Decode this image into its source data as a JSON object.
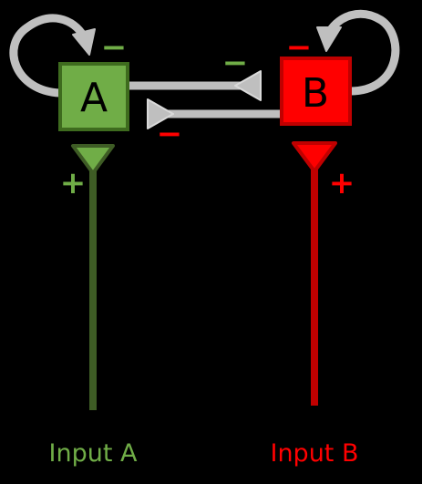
{
  "nodes": {
    "a": {
      "label": "A",
      "fill": "#70ad47",
      "stroke": "#3e6b1e"
    },
    "b": {
      "label": "B",
      "fill": "#ff0000",
      "stroke": "#c00000"
    }
  },
  "signs": {
    "a_self": "−",
    "b_self": "−",
    "b_to_a": "−",
    "a_to_b": "−",
    "input_a": "+",
    "input_b": "+"
  },
  "inputs": {
    "a": {
      "label": "Input A",
      "color": "#70ad47",
      "line_color": "#3e5c25"
    },
    "b": {
      "label": "Input B",
      "color": "#ff0000",
      "line_color": "#c00000"
    }
  },
  "colors": {
    "background": "#000000",
    "inhibitory_arrow": "#bfbfbf",
    "inhibitory_arrow_stroke": "#d9d9d9"
  }
}
